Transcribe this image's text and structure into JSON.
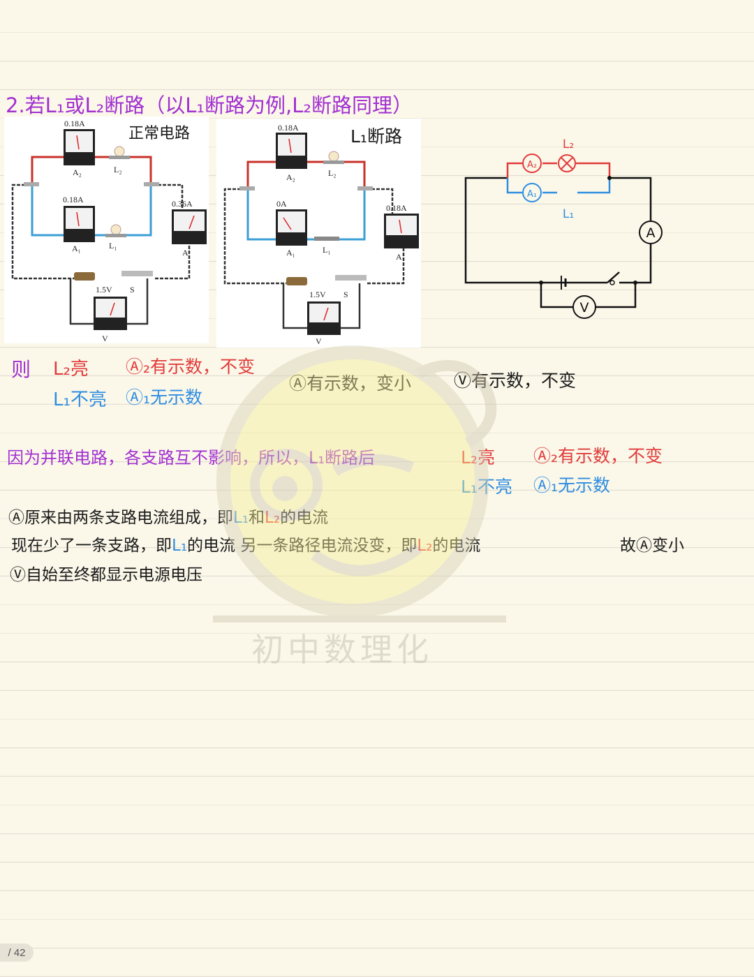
{
  "heading": "2.若L₁或L₂断路（以L₁断路为例,L₂断路同理）",
  "photo_left": {
    "title": "正常电路",
    "a2_reading": "0.18A",
    "a2_label": "A₂",
    "l2_label": "L₂",
    "a1_reading": "0.18A",
    "a1_label": "A₁",
    "l1_label": "L₁",
    "a_reading": "0.36A",
    "a_label": "A",
    "v_reading": "1.5V",
    "v_label": "V",
    "s_label": "S"
  },
  "photo_right": {
    "title": "L₁断路",
    "a2_reading": "0.18A",
    "a2_label": "A₂",
    "l2_label": "L₂",
    "a1_reading": "0A",
    "a1_label": "A₁",
    "l1_label": "L₁",
    "a_reading": "0.18A",
    "a_label": "A",
    "v_reading": "1.5V",
    "v_label": "V",
    "s_label": "S"
  },
  "schematic": {
    "l2": "L₂",
    "l1": "L₁",
    "a2": "A₂",
    "a1": "A₁",
    "a": "A",
    "v": "V"
  },
  "result": {
    "ze": "则",
    "l2_bright": "L₂亮",
    "a2_reads": "Ⓐ₂有示数，不变",
    "l1_dark": "L₁不亮",
    "a1_none": "Ⓐ₁无示数",
    "a_smaller": "Ⓐ有示数，变小",
    "v_same": "Ⓥ有示数，不变"
  },
  "reason": {
    "text": "因为并联电路，各支路互不影响，所以，L₁断路后",
    "l2_bright": "L₂亮",
    "a2_reads": "Ⓐ₂有示数，不变",
    "l1_dark": "L₁不亮",
    "a1_none": "Ⓐ₁无示数"
  },
  "explain": {
    "line1_a": "Ⓐ原来由两条支路电流组成，即",
    "line1_l1": "L₁",
    "line1_and": "和",
    "line1_l2": "L₂",
    "line1_end": "的电流",
    "line2_a": "现在少了一条支路，即",
    "line2_l1": "L₁",
    "line2_b": "的电流  另一条路径电流没变，即",
    "line2_l2": "L₂",
    "line2_c": "的电流",
    "line2_d": "故Ⓐ变小",
    "line3": "Ⓥ自始至终都显示电源电压"
  },
  "watermark": "初中数理化",
  "pager": "/ 42",
  "colors": {
    "purple": "#a12fd0",
    "red": "#e23a3a",
    "blue": "#2f8de0",
    "paper": "#fbf8ea"
  }
}
